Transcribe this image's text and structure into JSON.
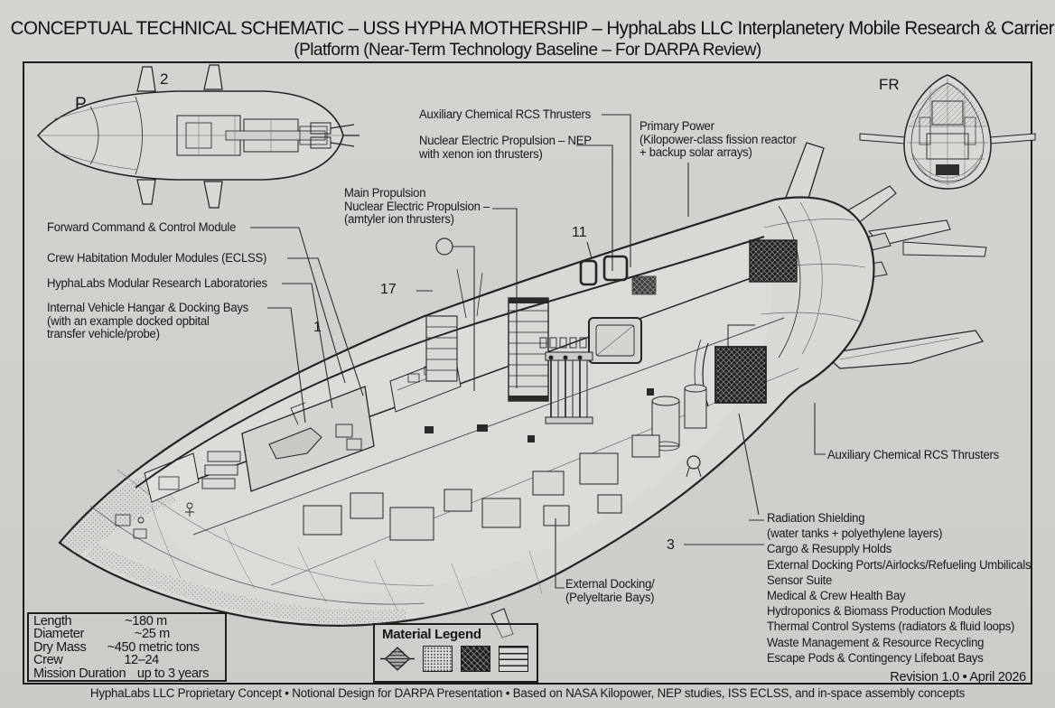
{
  "title": {
    "line1": "CONCEPTUAL TECHNICAL SCHEMATIC – USS HYPHA MOTHERSHIP – HyphaLabs LLC Interplanetery Mobile Research & Carrier",
    "line2": "(Platform  (Near-Term Technology Baseline – For DARPA Review)"
  },
  "view_labels": {
    "plan": "P",
    "front": "FR"
  },
  "callout_numbers": {
    "n2": "2",
    "n17": "17",
    "n11": "11",
    "n1": "1",
    "n3": "3"
  },
  "annotations": {
    "left": [
      {
        "l1": "Forward Command & Control Module"
      },
      {
        "l1": "Crew Habitation Moduler Modules (ECLSS)"
      },
      {
        "l1": "HyphaLabs Modular Research Laboratories"
      },
      {
        "l1": "Internal Vehicle Hangar & Docking Bays",
        "l2": "(with an example docked opbital",
        "l3": "transfer vehicle/probe)"
      }
    ],
    "aux_top": "Auxiliary Chemical RCS Thrusters",
    "nep": {
      "l1": "Nuclear Electric Propulsion – NEP",
      "l2": "with xenon ion thrusters)"
    },
    "main_prop": {
      "l1": "Main Propulsion",
      "l2": "Nuclear Electric Propulsion –",
      "l3": "(amtyler ion thrusters)"
    },
    "primary_power": {
      "l1": "Primary Power",
      "l2": "(Kilopower-class fission reactor",
      "l3": "+ backup solar arrays)"
    },
    "aux_right": "Auxiliary Chemical RCS Thrusters",
    "right_list": [
      "Radiation Shielding",
      "(water tanks + polyethylene layers)",
      "Cargo & Resupply Holds",
      "External Docking Ports/Airlocks/Refueling Umbilicals",
      "Sensor Suite",
      "Medical & Crew Health Bay",
      "Hydroponics & Biomass Production Modules",
      "Thermal Control Systems (radiators & fluid loops)",
      "Waste Management & Resource Recycling",
      "Escape Pods & Contingency Lifeboat Bays"
    ],
    "ext_docking": {
      "l1": "External Docking/",
      "l2": "(Pelyeltarie Bays)"
    },
    "revision": "Revision 1.0  •  April 2026"
  },
  "spec_table": {
    "rows": [
      {
        "label": "Length",
        "value": "~180 m"
      },
      {
        "label": "Diameter",
        "value": "~25 m"
      },
      {
        "label": "Dry Mass",
        "value": "~450 metric tons"
      },
      {
        "label": "Crew",
        "value": "12–24"
      },
      {
        "label": "Mission Duration",
        "value": "up to 3 years"
      }
    ]
  },
  "material_legend": {
    "title": "Material Legend",
    "swatches": [
      "section-cut-symbol",
      "stipple-composite",
      "dense-crosshatch-shielding",
      "laminate-layers"
    ]
  },
  "footer": "HyphaLabs LLC Proprietary Concept • Notional Design for DARPA Presentation • Based on NASA Kilopower, NEP studies, ISS ECLSS, and in-space assembly concepts",
  "colors": {
    "paper": "#cfd0cc",
    "ink": "#1c1c1c",
    "hull_fill": "#d8d9d5"
  }
}
